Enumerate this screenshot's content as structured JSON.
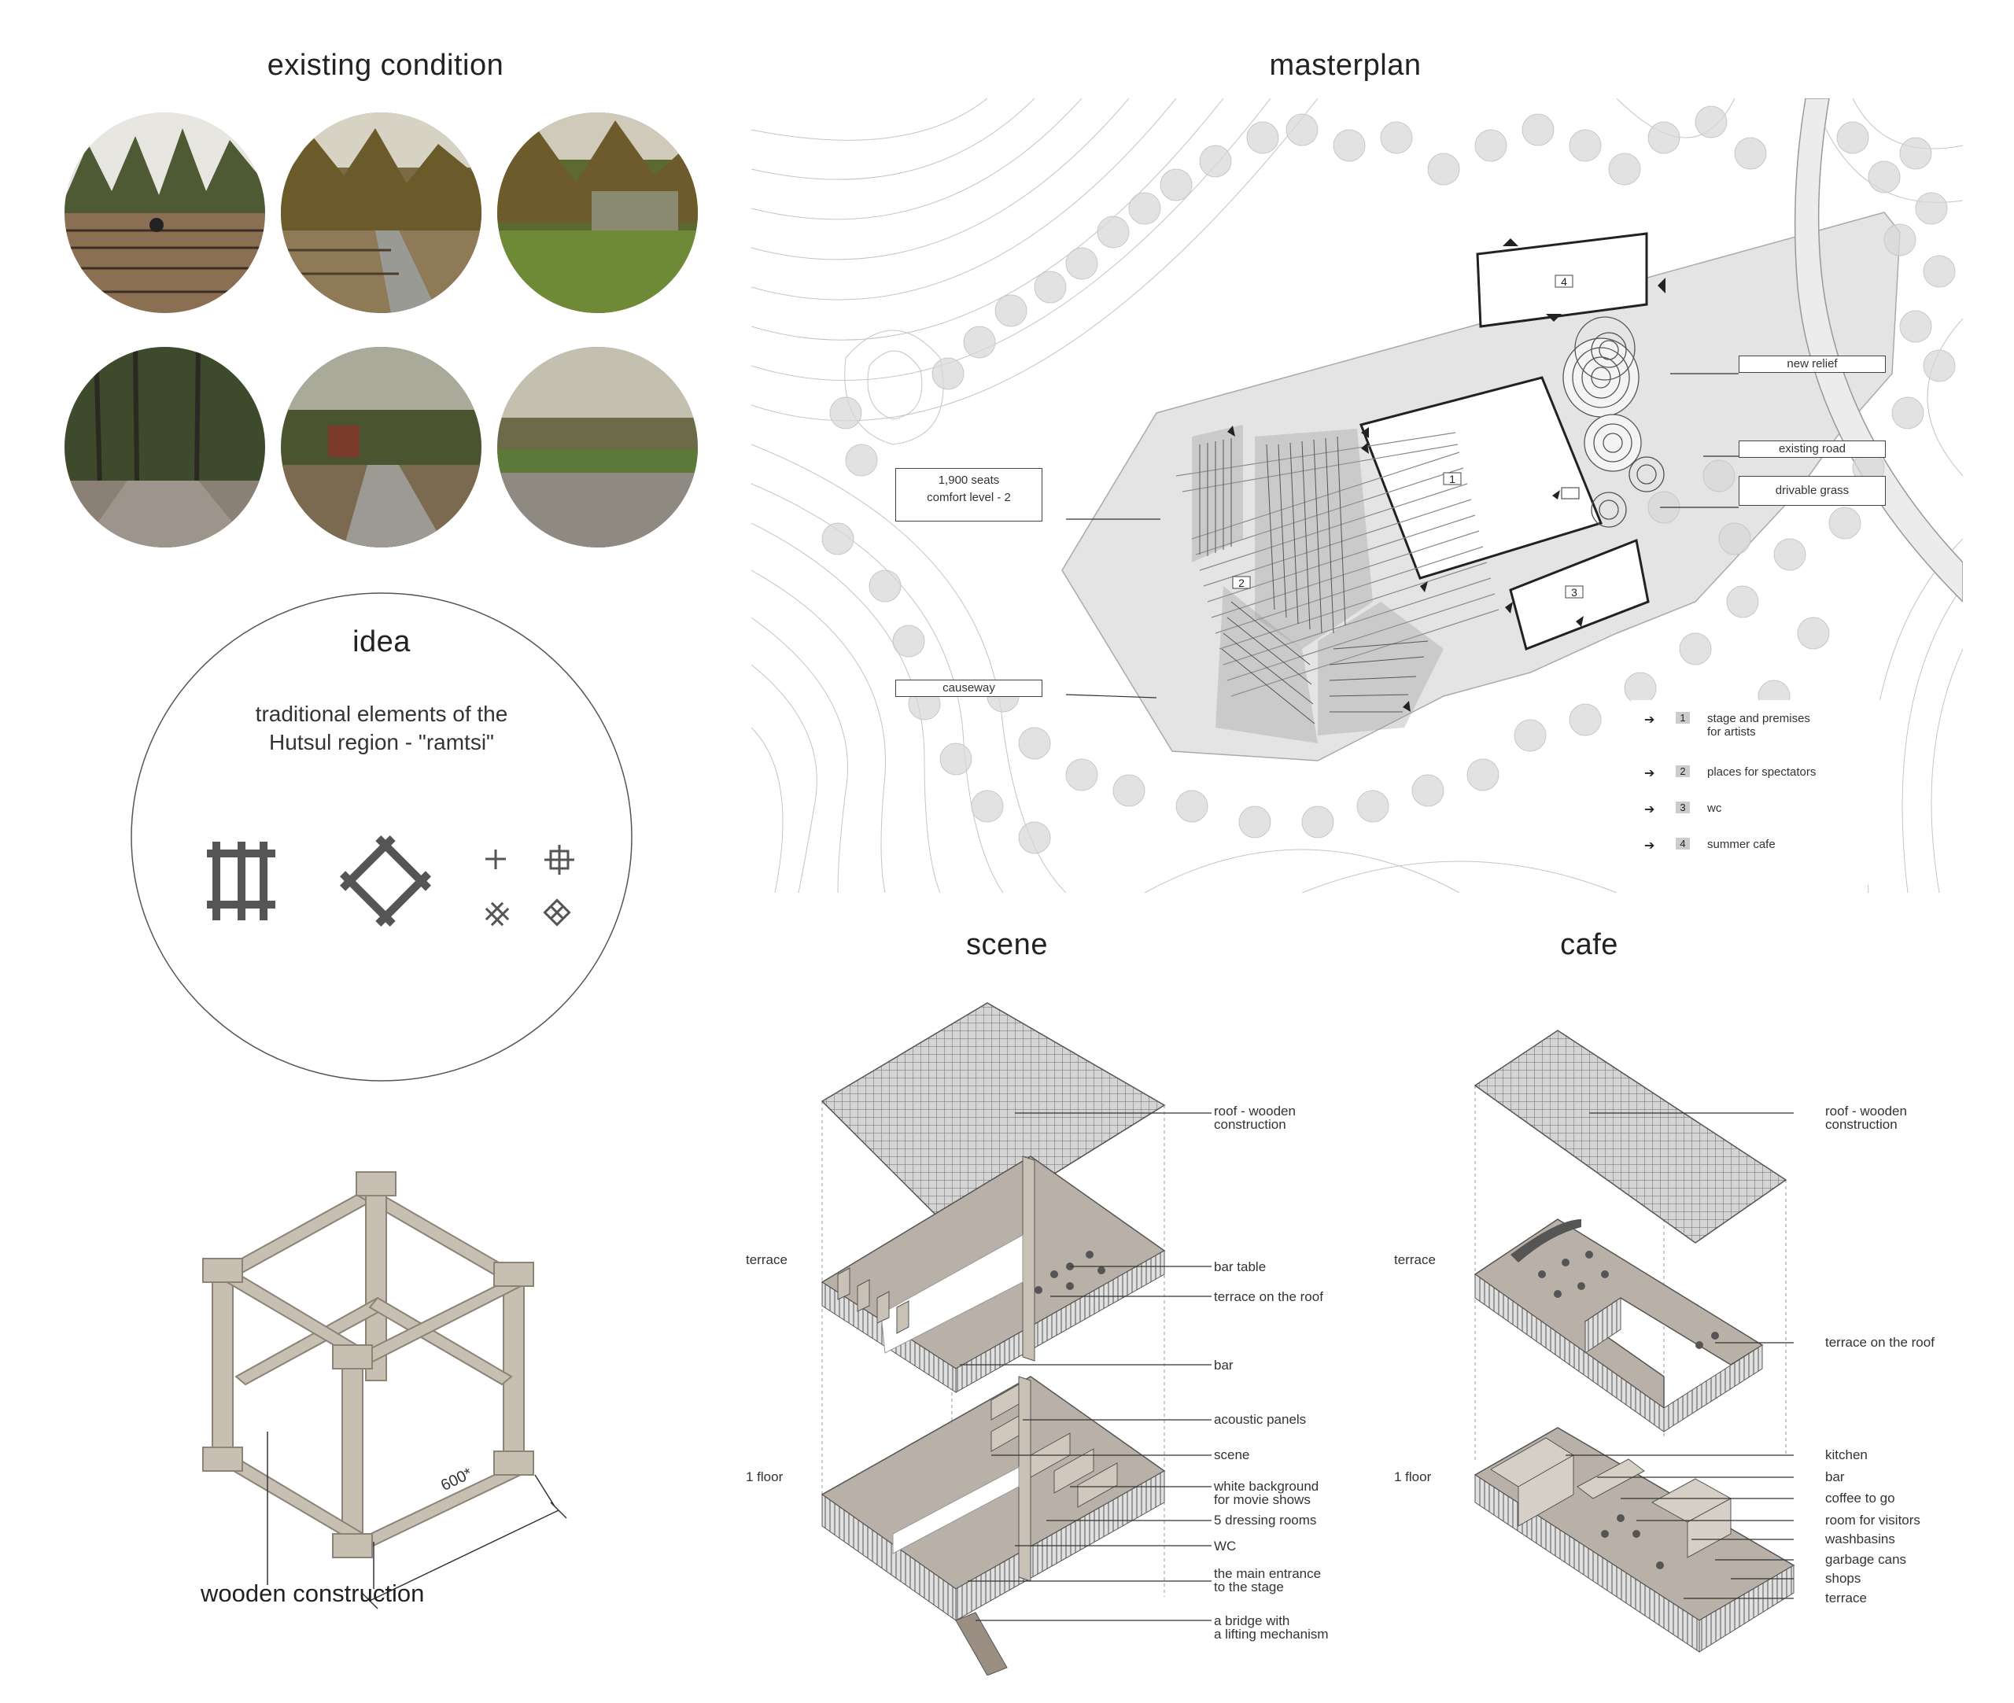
{
  "titles": {
    "existing": "existing condition",
    "masterplan": "masterplan",
    "idea": "idea",
    "scene": "scene",
    "cafe": "cafe"
  },
  "idea": {
    "line1": "traditional elements of the",
    "line2": "Hutsul region - \"ramtsi\""
  },
  "construction": {
    "dimension": "600*",
    "label": "wooden construction"
  },
  "masterplan": {
    "labels": {
      "seats": "1,900 seats\ncomfort level - 2",
      "causeway": "causeway",
      "new_relief": "new relief",
      "existing_road": "existing road",
      "drivable_grass": "drivable grass"
    },
    "zones": [
      "1",
      "2",
      "3",
      "4"
    ],
    "legend": [
      {
        "num": "1",
        "text": "stage and premises\nfor artists"
      },
      {
        "num": "2",
        "text": "places for spectators"
      },
      {
        "num": "3",
        "text": "wc"
      },
      {
        "num": "4",
        "text": "summer cafe"
      }
    ]
  },
  "scene": {
    "levels": {
      "terrace": "terrace",
      "floor": "1 floor"
    },
    "callouts": {
      "roof": "roof - wooden\nconstruction",
      "bar_table": "bar table",
      "terrace_roof": "terrace on the roof",
      "bar": "bar",
      "acoustic": "acoustic panels",
      "scene": "scene",
      "white_bg": "white background\nfor movie shows",
      "dressing": "5 dressing rooms",
      "wc": "WC",
      "entrance": "the main entrance\nto the stage",
      "bridge": "a bridge with\na lifting mechanism"
    }
  },
  "cafe": {
    "levels": {
      "terrace": "terrace",
      "floor": "1 floor"
    },
    "callouts": {
      "roof": "roof - wooden\nconstruction",
      "terrace_roof": "terrace on the roof",
      "kitchen": "kitchen",
      "bar": "bar",
      "coffee": "coffee to go",
      "room": "room for visitors",
      "washbasins": "washbasins",
      "garbage": "garbage cans",
      "shops": "shops",
      "terrace": "terrace"
    }
  },
  "colors": {
    "wood": "#c8bfb3",
    "wood_dark": "#9a8f82",
    "plan_gray": "#e4e4e4",
    "tree": "#d8d8d8",
    "floor": "#b9b1a8"
  }
}
